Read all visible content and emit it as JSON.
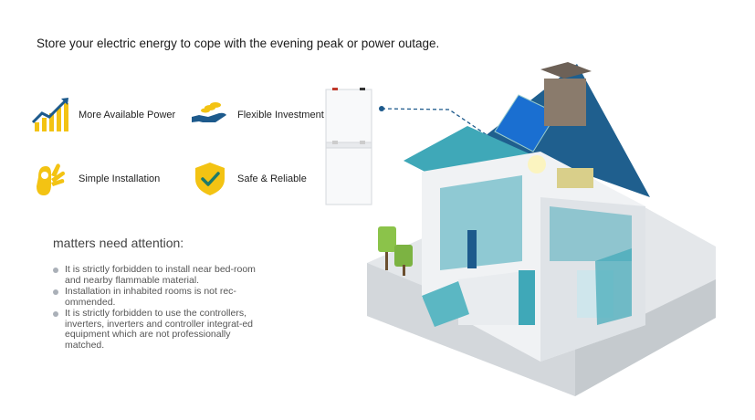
{
  "headline": "Store your electric energy to cope with the evening peak or power outage.",
  "features": [
    {
      "label": "More Available Power",
      "icon": "growth-chart-icon"
    },
    {
      "label": "Flexible Investment",
      "icon": "hand-coins-icon"
    },
    {
      "label": "Simple Installation",
      "icon": "ok-hand-icon"
    },
    {
      "label": "Safe & Reliable",
      "icon": "shield-check-icon"
    }
  ],
  "notes": {
    "title": "matters need attention:",
    "items": [
      "It is strictly forbidden to install near bed-room  and  nearby flammable material.",
      "Installation in inhabited rooms is not rec-ommended.",
      "It is strictly forbidden to use the controllers, inverters, inverters and controller integrat-ed equipment which are not professionally matched."
    ]
  },
  "colors": {
    "accent_yellow": "#f3c313",
    "accent_blue": "#1d5a8c",
    "roof_blue": "#1f5f8e",
    "teal": "#3fa8b8"
  }
}
